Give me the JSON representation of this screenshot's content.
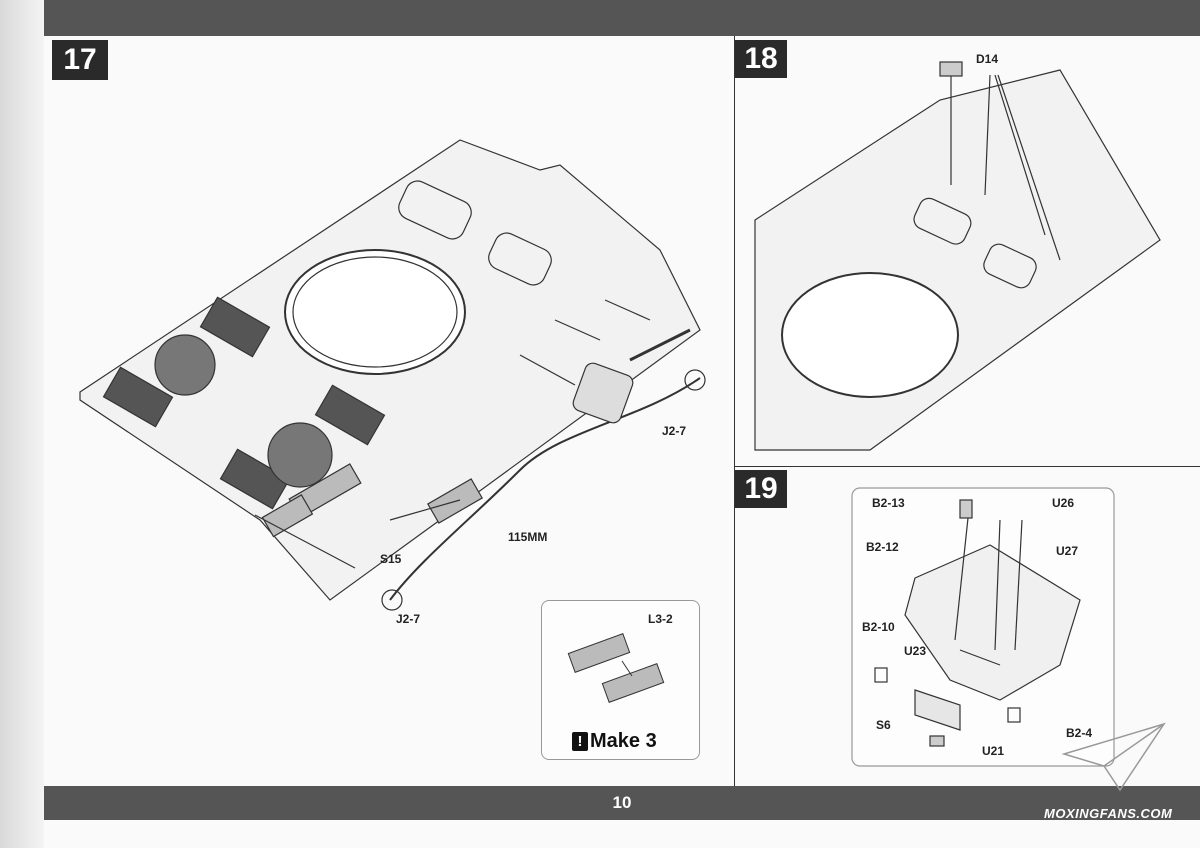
{
  "page": {
    "number": "10"
  },
  "steps": [
    {
      "number": "17"
    },
    {
      "number": "18"
    },
    {
      "number": "19"
    }
  ],
  "step17": {
    "callouts": {
      "j27_top": "J2-7",
      "mm115": "115MM",
      "s15": "S15",
      "j27_bottom": "J2-7"
    },
    "inset": {
      "part": "L3-2",
      "note": "Make 3"
    }
  },
  "step18": {
    "callouts": {
      "d14": "D14"
    }
  },
  "step19": {
    "callouts": {
      "b2_13": "B2-13",
      "u26": "U26",
      "b2_12": "B2-12",
      "u27": "U27",
      "b2_10": "B2-10",
      "u23": "U23",
      "s6": "S6",
      "u21": "U21",
      "b2_4": "B2-4"
    }
  },
  "watermark": {
    "text": "MOXINGFANS.COM"
  }
}
